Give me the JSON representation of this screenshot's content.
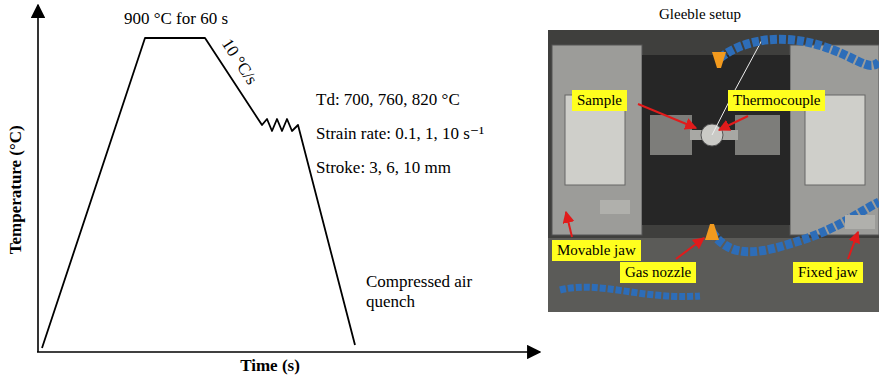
{
  "diagram": {
    "nodes": [
      {
        "text": [
          "Sample"
        ]
      },
      {
        "text": [
          "Thermocouple"
        ]
      },
      {
        "text": [
          "Movable jaw"
        ]
      },
      {
        "text": [
          "Gas nozzle"
        ]
      },
      {
        "text": [
          "Fixed jaw"
        ]
      }
    ],
    "labels": [
      "900 °C for 60 s",
      "10 °C/s",
      "Td: 700, 760, 820 °C",
      "Strain rate: 0.1, 1, 10 s⁻¹",
      "Stroke: 3, 6, 10 mm",
      "Compressed air quench",
      "Temperature (°C)",
      "Time (s)",
      "Gleeble setup"
    ]
  }
}
